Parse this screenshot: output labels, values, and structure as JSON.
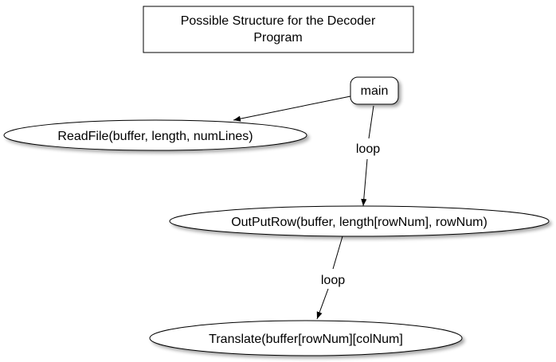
{
  "title": {
    "line1": "Possible Structure for the Decoder",
    "line2": "Program"
  },
  "nodes": {
    "main": "main",
    "readfile": "ReadFile(buffer, length, numLines)",
    "outputrow": "OutPutRow(buffer, length[rowNum], rowNum)",
    "translate": "Translate(buffer[rowNum][colNum]"
  },
  "edges": {
    "main_to_outputrow": "loop",
    "outputrow_to_translate": "loop"
  }
}
